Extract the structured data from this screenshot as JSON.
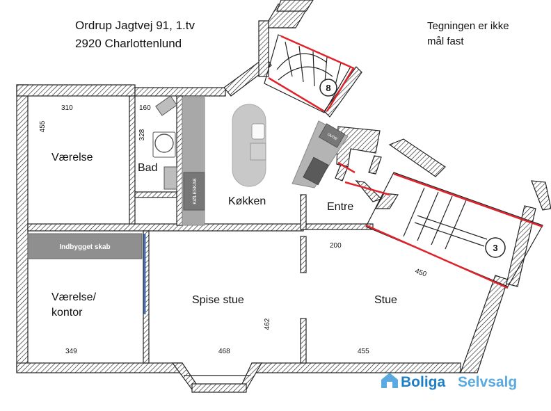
{
  "header": {
    "address_line1": "Ordrup Jagtvej 91, 1.tv",
    "address_line2": "2920 Charlottenlund",
    "note_line1": "Tegningen er ikke",
    "note_line2": "mål fast"
  },
  "rooms": {
    "vaerelse": "Værelse",
    "bad": "Bad",
    "koekken": "Køkken",
    "entre": "Entre",
    "vaerelse_kontor_1": "Værelse/",
    "vaerelse_kontor_2": "kontor",
    "spise_stue": "Spise stue",
    "stue": "Stue"
  },
  "fixtures": {
    "indbygget_skab": "Indbygget skab",
    "koeleskab": "KØLESKAB",
    "ovne": "ovne"
  },
  "dimensions": {
    "d310": "310",
    "d455_left": "455",
    "d160": "160",
    "d328": "328",
    "d200": "200",
    "d450": "450",
    "d462": "462",
    "d349": "349",
    "d468": "468",
    "d455_bottom": "455"
  },
  "stairs": {
    "label_top": "8",
    "label_right": "3"
  },
  "logo": {
    "brand": "Boliga",
    "sub": "Selvsalg",
    "color_brand": "#1f7fc6",
    "color_sub": "#5aa9e0"
  }
}
